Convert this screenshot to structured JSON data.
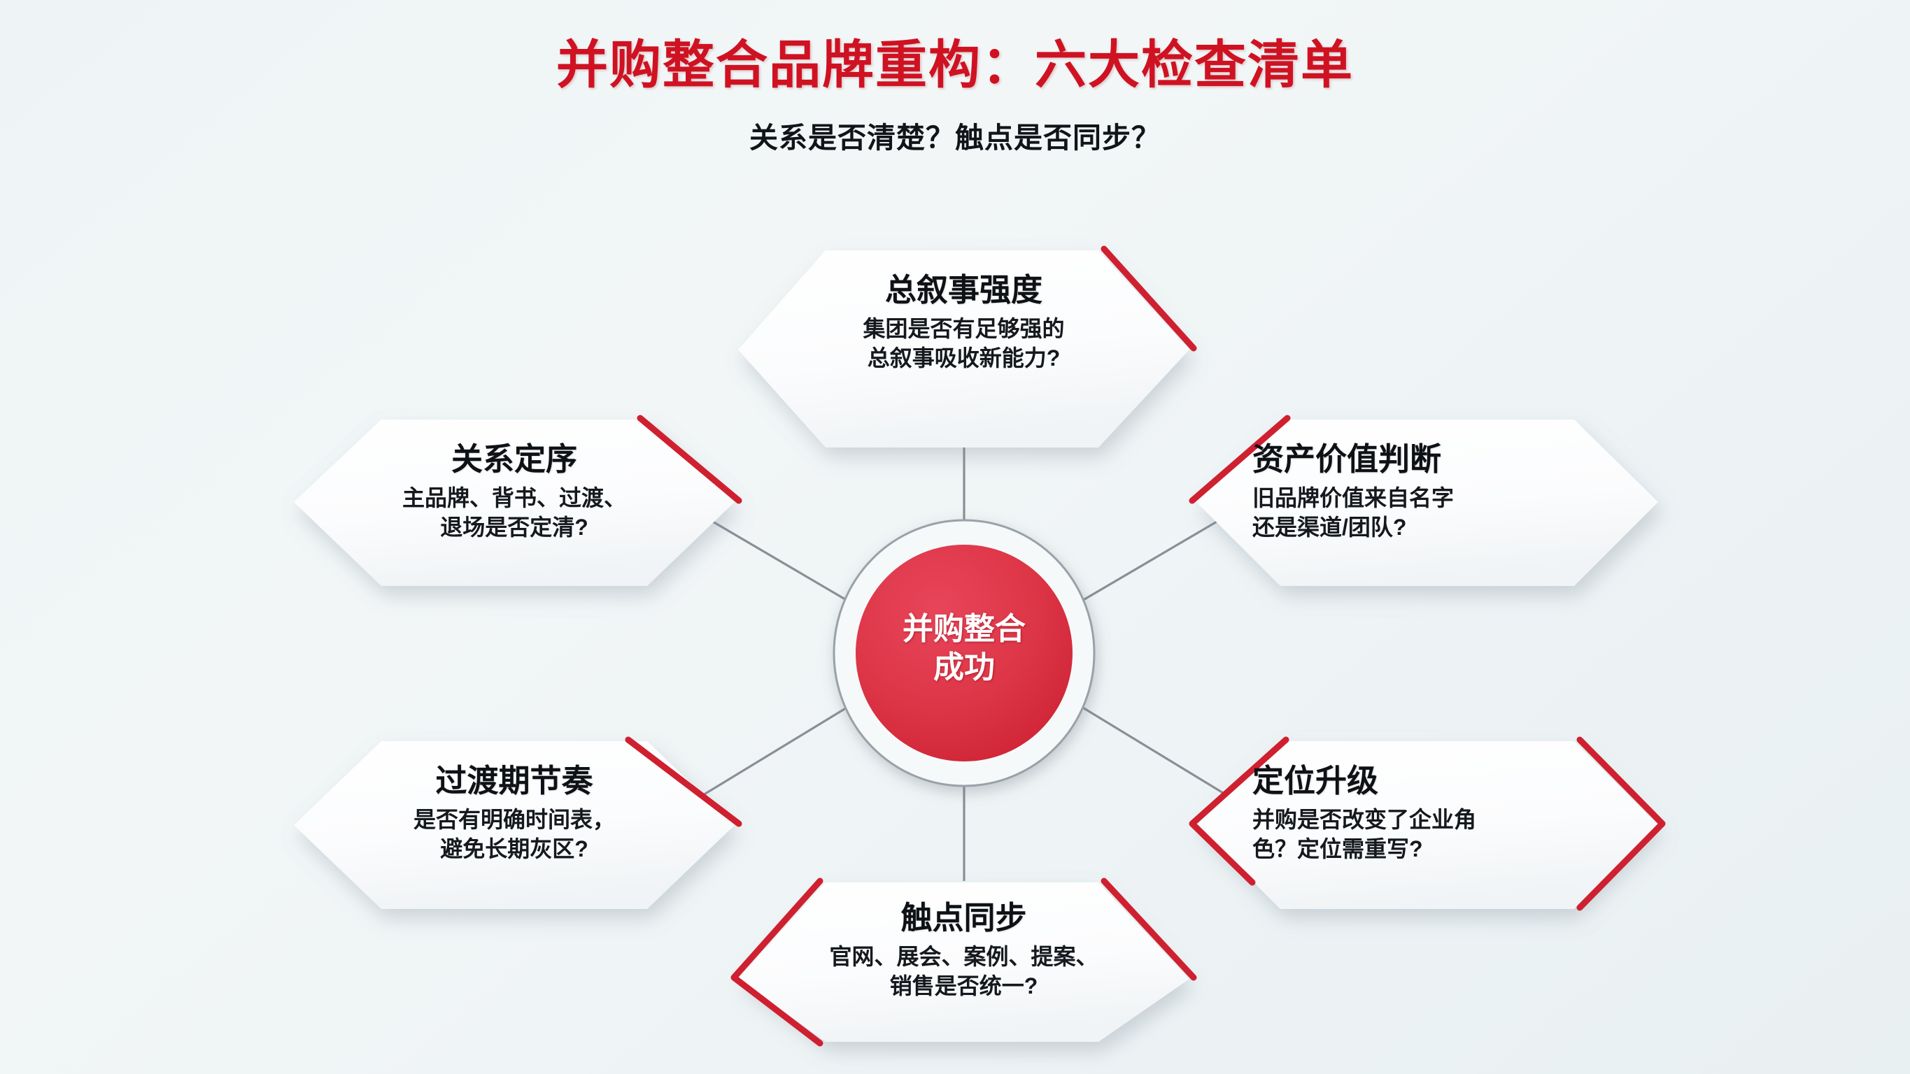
{
  "header": {
    "title": "并购整合品牌重构：六大检查清单",
    "subtitle": "关系是否清楚？触点是否同步？"
  },
  "colors": {
    "title_red": "#cf1222",
    "accent_red": "#d1293c",
    "center_red": "#dc3546",
    "card_white": "#fbfcfd",
    "connector_gray": "#8a8f96",
    "background": "#eff4f6"
  },
  "center": {
    "label": "并购整合\n成功"
  },
  "nodes": [
    {
      "id": "narrative-strength",
      "title": "总叙事强度",
      "desc": "集团是否有足够强的\n总叙事吸收新能力?",
      "accent_edge": "top-right"
    },
    {
      "id": "relationship-order",
      "title": "关系定序",
      "desc": "主品牌、背书、过渡、\n退场是否定清?",
      "accent_edge": "top-right"
    },
    {
      "id": "asset-value-judgment",
      "title": "资产价值判断",
      "desc": "旧品牌价值来自名字\n还是渠道/团队?",
      "accent_edge": "top-left"
    },
    {
      "id": "transition-rhythm",
      "title": "过渡期节奏",
      "desc": "是否有明确时间表，\n避免长期灰区?",
      "accent_edge": "top-right"
    },
    {
      "id": "positioning-upgrade",
      "title": "定位升级",
      "desc": "并购是否改变了企业角\n色？定位需重写?",
      "accent_edge": "left-wrap"
    },
    {
      "id": "touchpoint-sync",
      "title": "触点同步",
      "desc": "官网、展会、案例、提案、\n销售是否统一?",
      "accent_edge": "left-wrap"
    }
  ]
}
